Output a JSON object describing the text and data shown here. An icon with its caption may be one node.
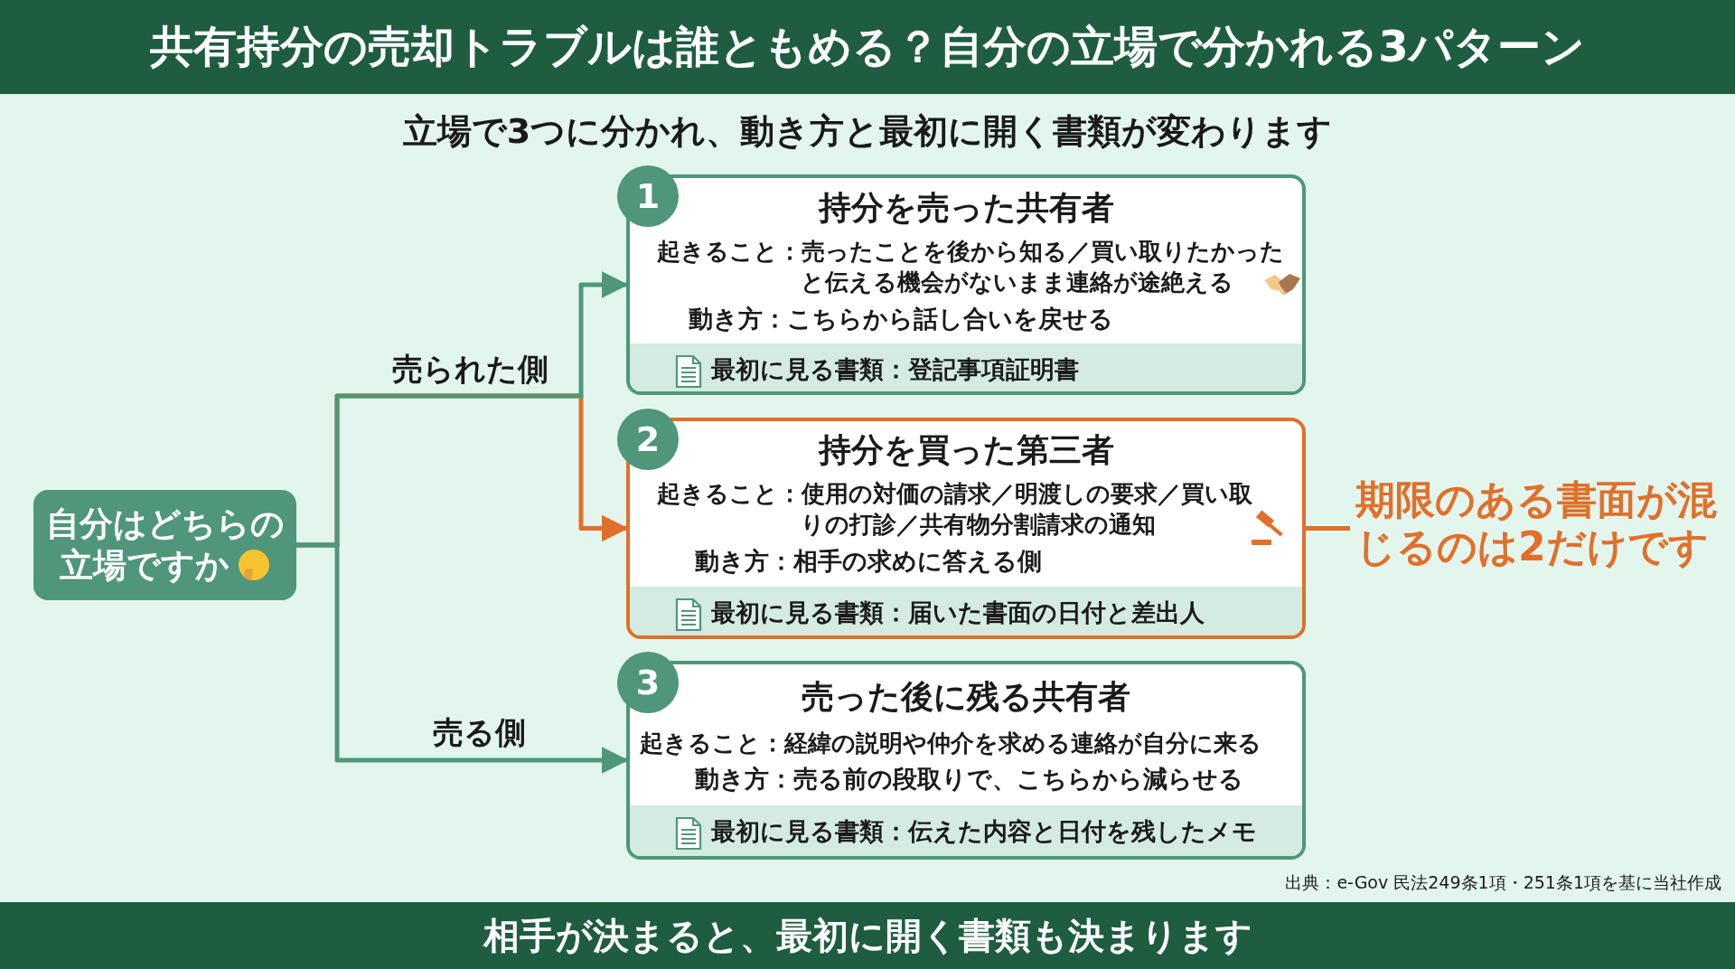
{
  "diagram": {
    "title": "共有持分の売却トラブルは誰ともめる？自分の立場で分かれる3パターン",
    "caption": "相手が決まると、最初に開く書類も決まります",
    "nodes": [
      {
        "text": [
          "自分はどちらの立場ですか"
        ]
      },
      {
        "text": [
          "1",
          "持分を売った共有者",
          "起きること：売ったことを後から知る／買い取りたかったと伝える機会がないまま連絡が途絶える",
          "動き方：こちらから話し合いを戻せる",
          "最初に見る書類：登記事項証明書"
        ]
      },
      {
        "text": [
          "2",
          "持分を買った第三者",
          "起きること：使用の対価の請求／明渡しの要求／買い取りの打診／共有物分割請求の通知",
          "動き方：相手の求めに答える側",
          "最初に見る書類：届いた書面の日付と差出人"
        ]
      },
      {
        "text": [
          "3",
          "売った後に残る共有者",
          "起きること：経緯の説明や仲介を求める連絡が自分に来る",
          "動き方：売る前の段取りで、こちらから減らせる",
          "最初に見る書類：伝えた内容と日付を残したメモ"
        ]
      },
      {
        "text": [
          "期限のある書面が混じるのは2だけです"
        ]
      }
    ],
    "edges": [
      {
        "from": 0,
        "to": 1,
        "arrow": "to",
        "label": "売られた側"
      },
      {
        "from": 0,
        "to": 2,
        "arrow": "to",
        "color": "#e0702a"
      },
      {
        "from": 0,
        "to": 3,
        "arrow": "to",
        "label": "売る側"
      },
      {
        "from": 2,
        "to": 4,
        "arrow": "none",
        "color": "#e0702a"
      }
    ],
    "labels": [
      "立場で3つに分かれ、動き方と最初に開く書類が変わります",
      "出典：e-Gov 民法249条1項・251条1項を基に当社作成"
    ]
  }
}
